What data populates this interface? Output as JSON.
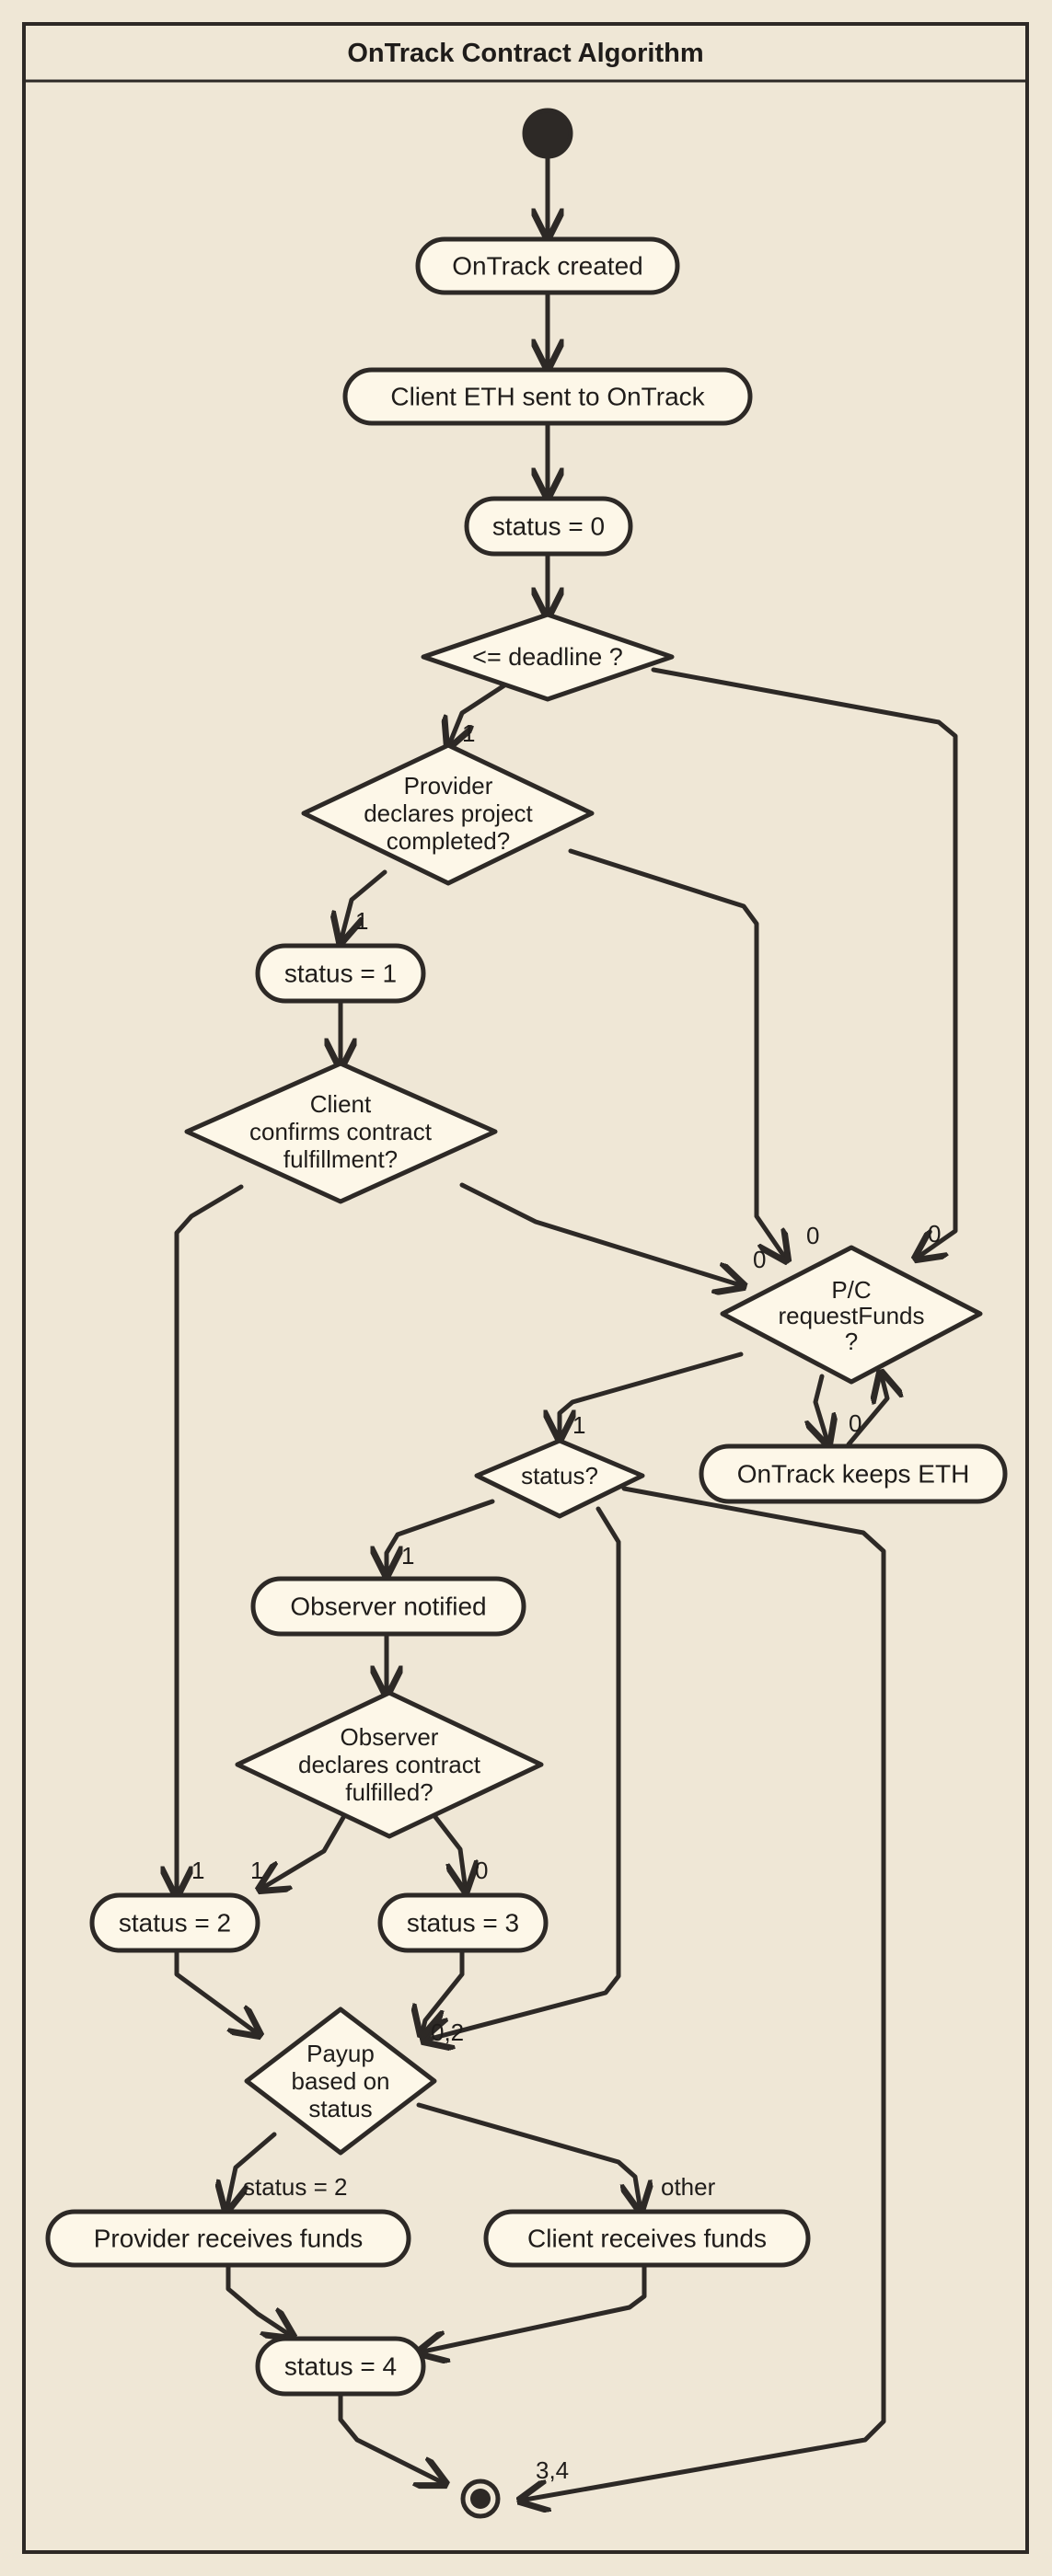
{
  "title": "OnTrack Contract Algorithm",
  "colors": {
    "background": "#efe7d6",
    "node_fill": "#fdf7e8",
    "stroke": "#2d2926",
    "text": "#1f1c1a"
  },
  "nodes": {
    "created": "OnTrack created",
    "eth_sent": "Client ETH sent to OnTrack",
    "status0": "status = 0",
    "deadline": "<= deadline ?",
    "provider_declares": [
      "Provider",
      "declares project",
      "completed?"
    ],
    "status1": "status = 1",
    "client_confirms": [
      "Client",
      "confirms contract",
      "fulfillment?"
    ],
    "request_funds": [
      "P/C",
      "requestFunds",
      "?"
    ],
    "keeps_eth": "OnTrack keeps ETH",
    "status_q": "status?",
    "observer_notified": "Observer notified",
    "observer_declares": [
      "Observer",
      "declares contract",
      "fulfilled?"
    ],
    "status2": "status = 2",
    "status3": "status = 3",
    "payup": [
      "Payup",
      "based on",
      "status"
    ],
    "provider_receives": "Provider receives funds",
    "client_receives": "Client receives funds",
    "status4": "status = 4"
  },
  "edge_labels": {
    "deadline_yes": "1",
    "provider_yes": "1",
    "provider_no": "0",
    "deadline_no": "0",
    "client_no": "0",
    "keeps_back": "0",
    "request_yes": "1",
    "status_q_1": "1",
    "client_yes": "1",
    "observer_yes": "1",
    "observer_no": "0",
    "payup_02": "0,2",
    "payup_s2": "status = 2",
    "payup_other": "other",
    "final_34": "3,4"
  }
}
